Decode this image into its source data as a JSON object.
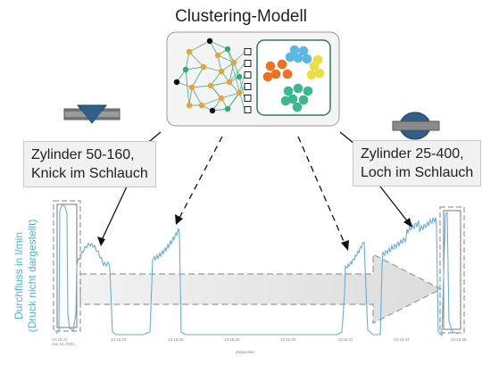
{
  "diagram": {
    "title": "Clustering-Modell",
    "left_label": [
      "Zylinder 50-160,",
      "Knick im Schlauch"
    ],
    "right_label": [
      "Zylinder 25-400,",
      "Loch im Schlauch"
    ],
    "y_axis_label": [
      "Durchfluss in l/min",
      "(Druck nicht dargestellt)"
    ],
    "x_axis_label": "Zeitpunkte",
    "x_ticks": [
      {
        "label": "13:16:22",
        "sub": "Jun 10, 2021"
      },
      {
        "label": "13:16:24"
      },
      {
        "label": "13:16:26"
      },
      {
        "label": "13:16:28"
      },
      {
        "label": "13:16:30"
      },
      {
        "label": "13:16:32"
      },
      {
        "label": "13:16:34"
      },
      {
        "label": "13:16:36"
      }
    ],
    "colors": {
      "signal": "#6aaed6",
      "network_node": "#f0a030",
      "network_edge": "#2eaa7a",
      "cluster_border": "#2e7d5b",
      "symbol_fill": "#2f5f8a",
      "symbol_bar": "#8a8a8a",
      "arrow": "#111111",
      "ylabel": "#4fb3d9"
    }
  }
}
